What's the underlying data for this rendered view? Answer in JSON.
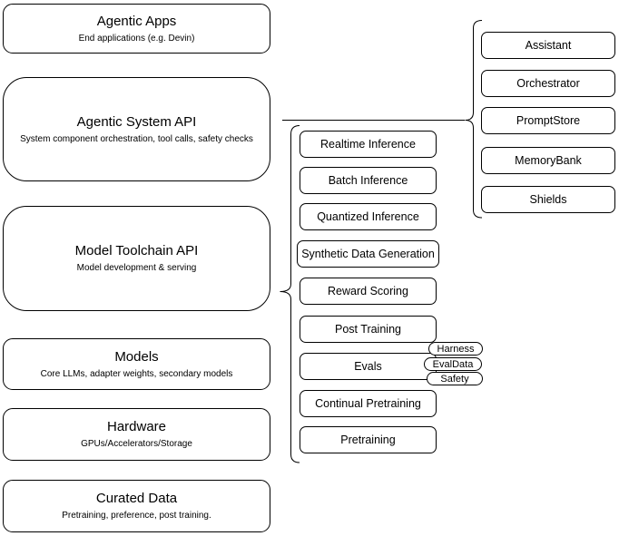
{
  "diagram": {
    "left_stack": [
      {
        "title": "Agentic Apps",
        "subtitle": "End applications (e.g. Devin)"
      },
      {
        "title": "Agentic System API",
        "subtitle": "System component orchestration, tool calls, safety checks"
      },
      {
        "title": "Model Toolchain API",
        "subtitle": "Model development & serving"
      },
      {
        "title": "Models",
        "subtitle": "Core LLMs, adapter weights, secondary models"
      },
      {
        "title": "Hardware",
        "subtitle": "GPUs/Accelerators/Storage"
      },
      {
        "title": "Curated Data",
        "subtitle": "Pretraining, preference, post training."
      }
    ],
    "toolchain_services": [
      "Realtime Inference",
      "Batch Inference",
      "Quantized Inference",
      "Synthetic Data Generation",
      "Reward Scoring",
      "Post Training",
      "Evals",
      "Continual Pretraining",
      "Pretraining"
    ],
    "eval_tags": [
      "Harness",
      "EvalData",
      "Safety"
    ],
    "system_components": [
      "Assistant",
      "Orchestrator",
      "PromptStore",
      "MemoryBank",
      "Shields"
    ],
    "colors": {
      "stroke": "#000000",
      "fill": "#ffffff",
      "text": "#000000",
      "background": "#ffffff"
    }
  }
}
